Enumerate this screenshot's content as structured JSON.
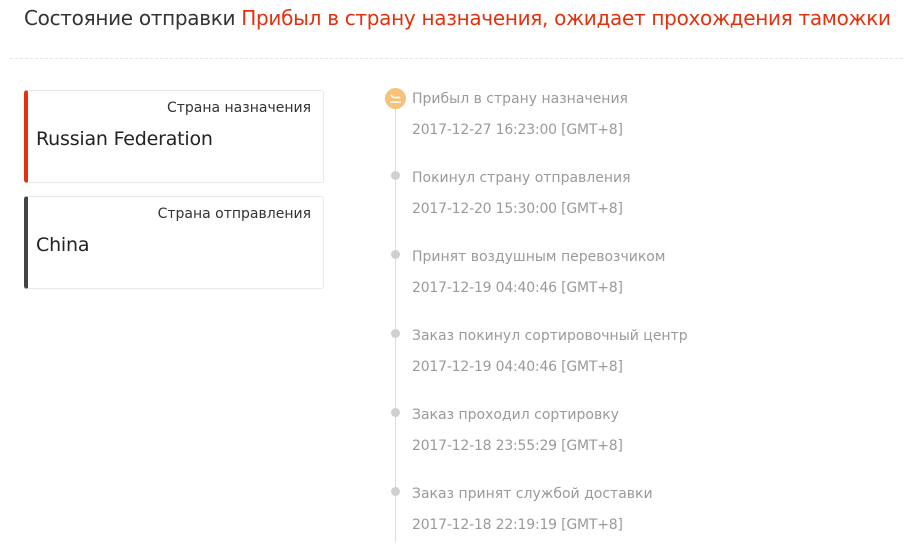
{
  "header": {
    "label": "Состояние отправки",
    "status": "Прибыл в страну назначения, ожидает прохождения таможки"
  },
  "colors": {
    "accent": "#e4300c",
    "muted_text": "#9a9a9a",
    "icon_bg": "#f5c277",
    "timeline_dot": "#d0d0d0"
  },
  "destination": {
    "caption": "Страна назначения",
    "country": "Russian Federation"
  },
  "origin": {
    "caption": "Страна отправления",
    "country": "China"
  },
  "timeline": [
    {
      "title": "Прибыл в страну назначения",
      "time": "2017-12-27 16:23:00 [GMT+8]",
      "icon": "plane-landing-icon"
    },
    {
      "title": "Покинул страну отправления",
      "time": "2017-12-20 15:30:00 [GMT+8]"
    },
    {
      "title": "Принят воздушным перевозчиком",
      "time": "2017-12-19 04:40:46 [GMT+8]"
    },
    {
      "title": "Заказ покинул сортировочный центр",
      "time": "2017-12-19 04:40:46 [GMT+8]"
    },
    {
      "title": "Заказ проходил сортировку",
      "time": "2017-12-18 23:55:29 [GMT+8]"
    },
    {
      "title": "Заказ принят службой доставки",
      "time": "2017-12-18 22:19:19 [GMT+8]"
    }
  ]
}
